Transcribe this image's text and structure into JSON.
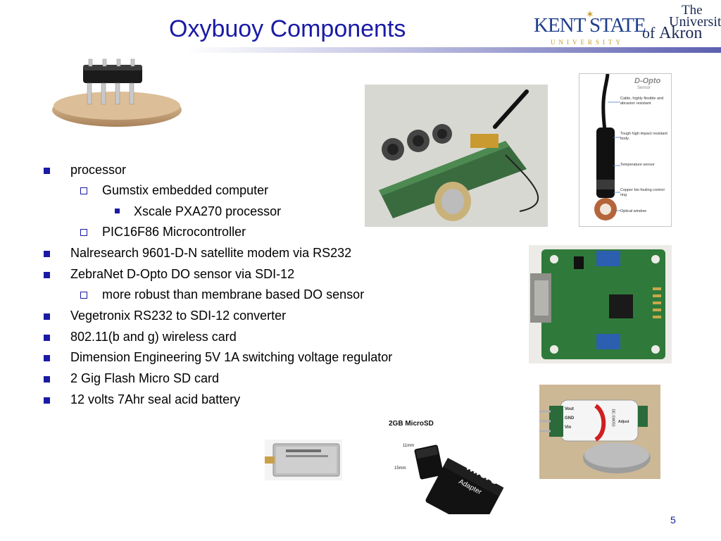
{
  "slide": {
    "title": "Oxybuoy Components",
    "page_number": "5"
  },
  "logos": {
    "kent_main": "KENT STATE",
    "kent_sub": "UNIVERSITY",
    "akron_the": "The",
    "akron_university": "University",
    "akron_of": "of",
    "akron_name": "Akron"
  },
  "bullets": [
    {
      "level": 1,
      "text": "processor"
    },
    {
      "level": 2,
      "text": "Gumstix embedded computer"
    },
    {
      "level": 3,
      "text": "Xscale PXA270 processor"
    },
    {
      "level": 2,
      "text": "PIC16F86 Microcontroller"
    },
    {
      "level": 1,
      "text": "Nalresearch 9601-D-N satellite modem via RS232"
    },
    {
      "level": 1,
      "text": "ZebraNet D-Opto DO sensor via SDI-12"
    },
    {
      "level": 2,
      "text": "more robust than membrane based DO sensor"
    },
    {
      "level": 1,
      "text": "Vegetronix RS232 to SDI-12 converter"
    },
    {
      "level": 1,
      "text": "802.11(b and g) wireless card"
    },
    {
      "level": 1,
      "text": "Dimension Engineering 5V 1A switching voltage regulator"
    },
    {
      "level": 1,
      "text": "2 Gig Flash Micro SD card"
    },
    {
      "level": 1,
      "text": "12 volts 7Ahr seal acid battery"
    }
  ],
  "dopto": {
    "title": "D-Opto",
    "subtitle": "Sensor",
    "labels": [
      "Cable, highly flexible and abrasion resistant",
      "Tough high impact resistant body.",
      "Temperature sensor",
      "Copper bio fouling control ring",
      "Optical window"
    ]
  },
  "sdcard": {
    "caption": "2GB MicroSD",
    "dim_w": "11mm",
    "dim_h": "15mm",
    "micro_label": "micro",
    "adapter_label": "Adapter"
  },
  "regulator": {
    "pins": [
      "Vout",
      "GND",
      "Vin"
    ],
    "brand": "DE-SW050",
    "adjust": "Adjust"
  },
  "colors": {
    "title_blue": "#1a1aa6",
    "kent_blue": "#1f3f8c",
    "kent_gold": "#c79a1e",
    "pcb_green": "#2f7a3a"
  }
}
